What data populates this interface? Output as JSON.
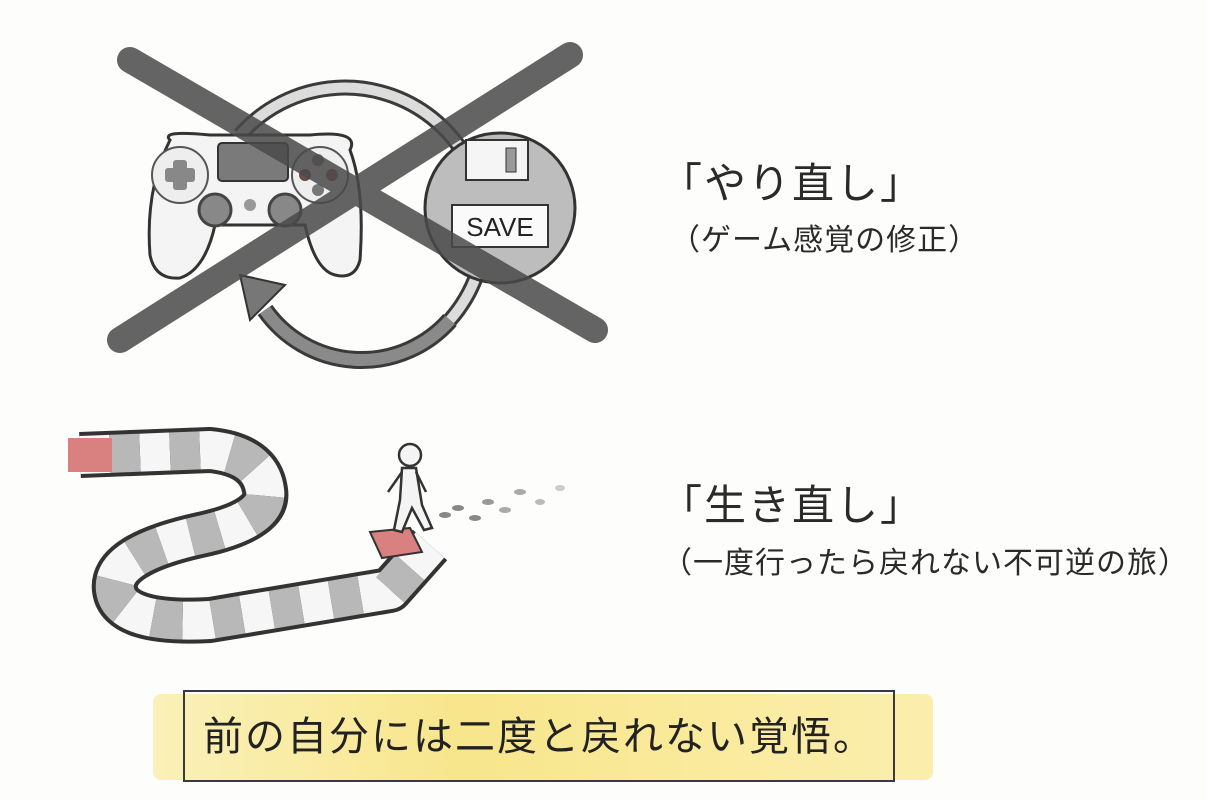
{
  "sections": [
    {
      "title": "「やり直し」",
      "subtitle": "（ゲーム感覚の修正）",
      "illustration": {
        "description": "game controller with circular retry arrow and SAVE disk, crossed out by large X",
        "save_label": "SAVE",
        "cross_color": "#4a4a4a"
      }
    },
    {
      "title": "「生き直し」",
      "subtitle": "（一度行ったら戻れない不可逆の旅）",
      "illustration": {
        "description": "winding board-game path with a stick figure walking forward leaving footprints",
        "start_tile_color": "#d98080",
        "current_tile_color": "#d98080"
      }
    }
  ],
  "banner": {
    "text": "前の自分には二度と戻れない覚悟。",
    "highlight_color": "#f6e17a"
  }
}
